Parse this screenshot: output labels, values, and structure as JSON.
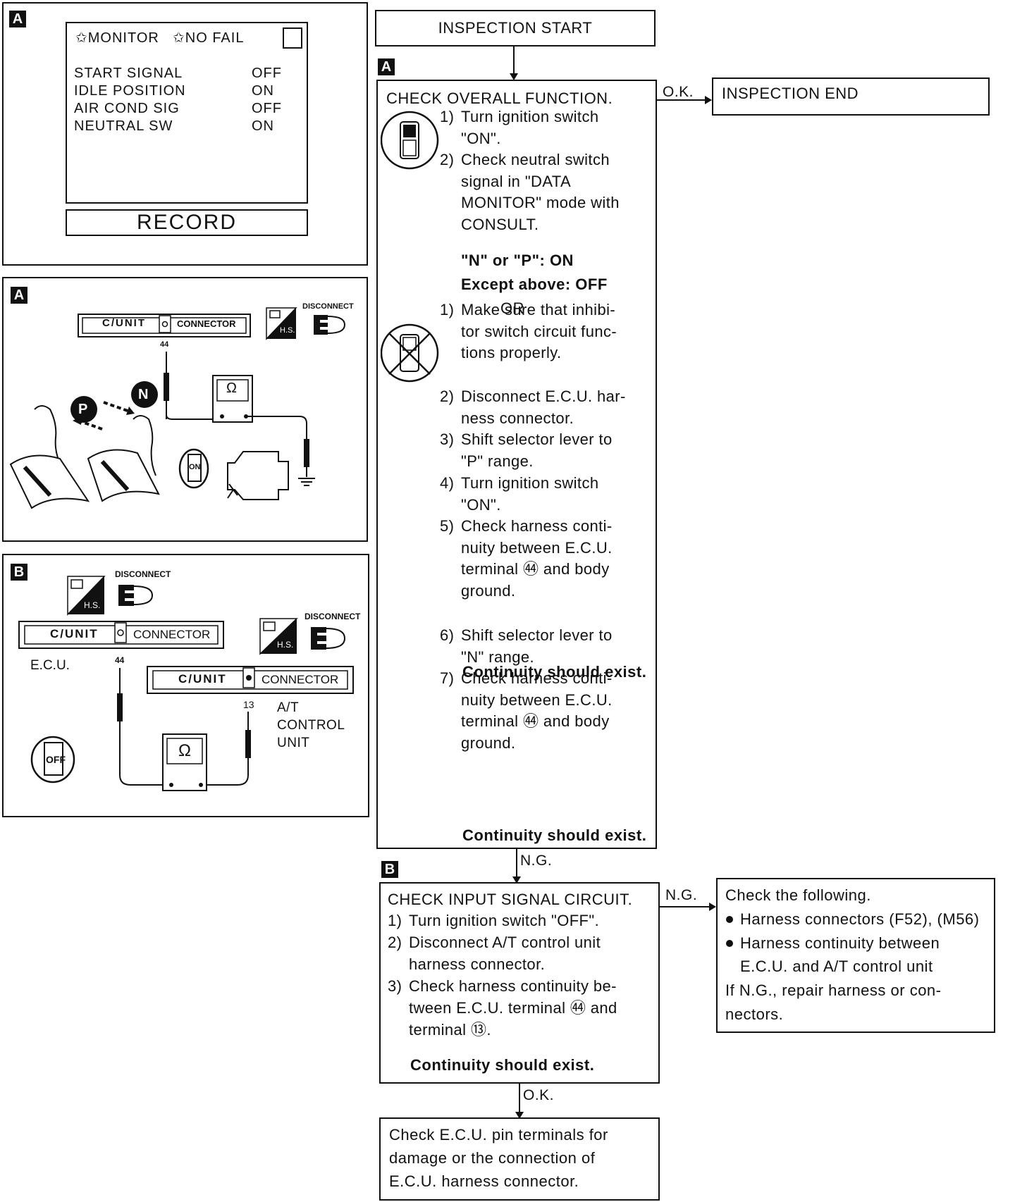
{
  "monitor_panel": {
    "tag": "A",
    "header_monitor": "✩MONITOR",
    "header_nofail": "✩NO FAIL",
    "rows": [
      {
        "label": "START SIGNAL",
        "value": "OFF"
      },
      {
        "label": "IDLE POSITION",
        "value": "ON"
      },
      {
        "label": "AIR COND SIG",
        "value": "OFF"
      },
      {
        "label": "NEUTRAL SW",
        "value": "ON"
      }
    ],
    "record_button": "RECORD"
  },
  "fig_a": {
    "tag": "A",
    "cunit": "C/UNIT",
    "connector": "CONNECTOR",
    "hs": "H.S.",
    "disconnect": "DISCONNECT",
    "pin": "44",
    "ohm": "Ω",
    "range_p": "P",
    "range_n": "N",
    "key_on": "ON"
  },
  "fig_b": {
    "tag": "B",
    "disconnect_1": "DISCONNECT",
    "disconnect_2": "DISCONNECT",
    "hs": "H.S.",
    "cunit_1": "C/UNIT",
    "connector_1": "CONNECTOR",
    "ecu": "E.C.U.",
    "pin_44": "44",
    "cunit_2": "C/UNIT",
    "connector_2": "CONNECTOR",
    "pin_13": "13",
    "at_control_unit": "A/T\nCONTROL\nUNIT",
    "ohm": "Ω",
    "key_off": "OFF"
  },
  "flow": {
    "inspection_start": "INSPECTION START",
    "tag_a": "A",
    "check_overall": {
      "title": "CHECK OVERALL FUNCTION.",
      "steps": [
        {
          "n": "1)",
          "t": "Turn ignition switch\n\"ON\"."
        },
        {
          "n": "2)",
          "t": "Check neutral switch\nsignal in \"DATA\nMONITOR\" mode with\nCONSULT."
        }
      ],
      "result_1": "\"N\" or \"P\": ON",
      "result_2": "Except above: OFF",
      "or": "OR",
      "alt_steps": [
        {
          "n": "1)",
          "t": "Make sure that inhibi-\ntor switch circuit func-\ntions properly."
        },
        {
          "n": "2)",
          "t": "Disconnect E.C.U. har-\nness connector."
        },
        {
          "n": "3)",
          "t": "Shift selector lever to\n\"P\" range."
        },
        {
          "n": "4)",
          "t": "Turn ignition switch\n\"ON\"."
        },
        {
          "n": "5)",
          "t": "Check harness conti-\nnuity between E.C.U.\nterminal ㊹ and body\nground."
        },
        {
          "n": "6)",
          "t": "Shift selector lever to\n\"N\" range."
        },
        {
          "n": "7)",
          "t": "Check harness conti-\nnuity between E.C.U.\nterminal ㊹ and body\nground."
        }
      ],
      "continuity_5": "Continuity should exist.",
      "continuity_7": "Continuity should exist."
    },
    "ok_label_1": "O.K.",
    "inspection_end": "INSPECTION END",
    "ng_label_1": "N.G.",
    "tag_b": "B",
    "check_input": {
      "title": "CHECK INPUT SIGNAL CIRCUIT.",
      "steps": [
        {
          "n": "1)",
          "t": "Turn ignition switch \"OFF\"."
        },
        {
          "n": "2)",
          "t": "Disconnect A/T control unit\nharness connector."
        },
        {
          "n": "3)",
          "t": "Check harness continuity be-\ntween E.C.U. terminal ㊹ and\nterminal ⑬."
        }
      ],
      "continuity": "Continuity should exist."
    },
    "ng_label_2": "N.G.",
    "check_following": {
      "title": "Check the following.",
      "bullets": [
        "Harness connectors (F52), (M56)",
        "Harness continuity between\nE.C.U. and A/T control unit"
      ],
      "footer": "If N.G., repair harness or con-\nnectors."
    },
    "ok_label_2": "O.K.",
    "final_box": "Check E.C.U. pin terminals for\ndamage or the connection of\nE.C.U. harness connector."
  }
}
